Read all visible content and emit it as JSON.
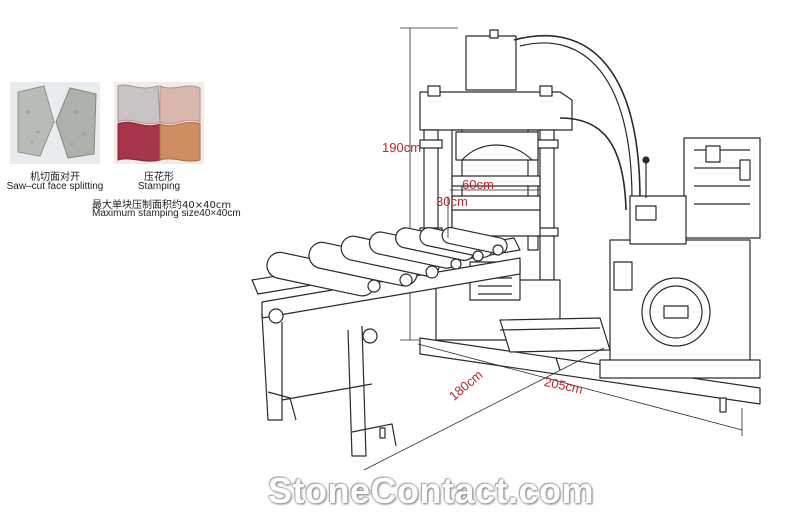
{
  "samples": [
    {
      "name_zh": "机切面对开",
      "name_en": "Saw–cut face splitting"
    },
    {
      "name_zh": "压花形",
      "name_en": "Stamping"
    }
  ],
  "stamping_size": {
    "zh": "最大单块压制面积约40×40cm",
    "en": "Maximum stamping size40×40cm"
  },
  "dimensions": {
    "height": "190cm",
    "stamp_width": "60cm",
    "stamp_depth": "30cm",
    "depth": "180cm",
    "length": "205cm"
  },
  "colors": {
    "dimension_text": "#c0262a",
    "line_art": "#2a2a2a"
  },
  "watermark": "StoneContact.com"
}
